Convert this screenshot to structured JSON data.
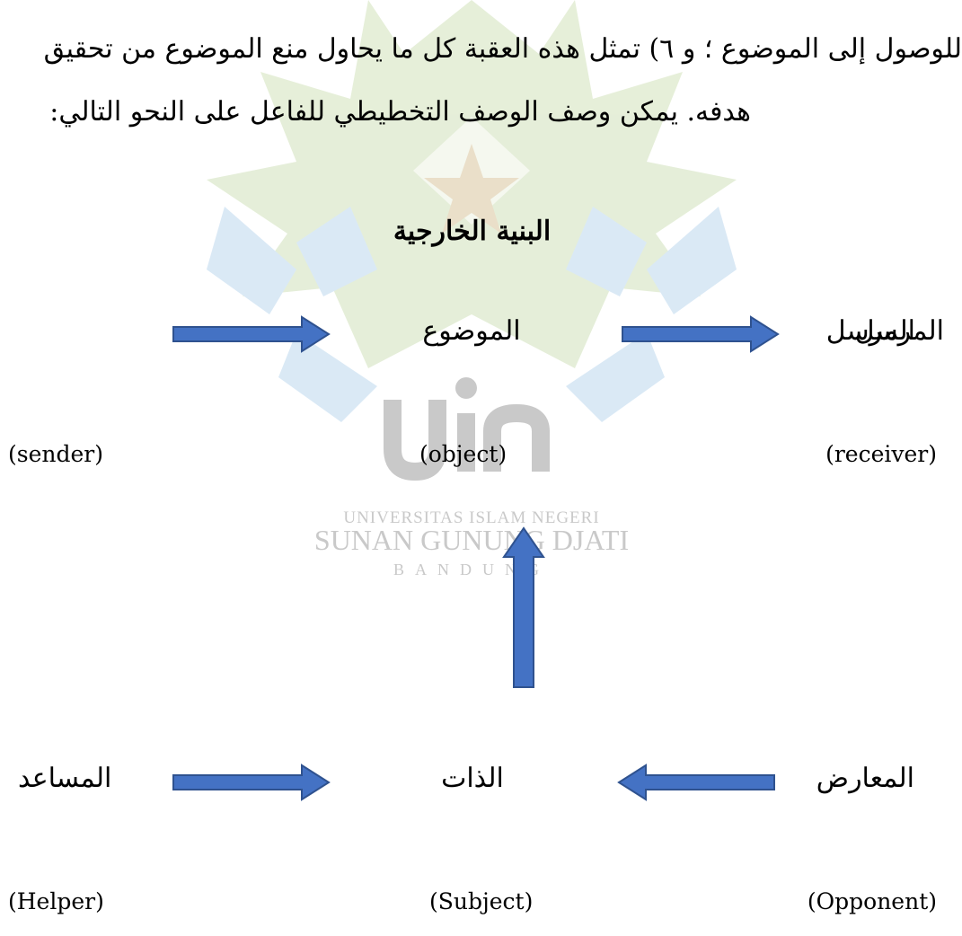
{
  "paragraph": {
    "line1": "للوصول إلى الموضوع ؛ و ٦) تمثل هذه العقبة كل ما يحاول منع الموضوع من تحقيق",
    "line2": "هدفه. يمكن وصف الوصف التخطيطي للفاعل على النحو التالي:"
  },
  "diagram": {
    "title": "البنية الخارجية",
    "sender": {
      "ar": "المرسل",
      "en": "(sender)"
    },
    "object": {
      "ar": "الموضوع",
      "en": "(object)"
    },
    "receiver": {
      "ar": "المرسل",
      "en": "(receiver)"
    },
    "helper": {
      "ar": "المساعد",
      "en": "(Helper)"
    },
    "subject": {
      "ar": "الذات",
      "en": "(Subject)"
    },
    "opponent": {
      "ar": "المعارض",
      "en": "(Opponent)"
    }
  },
  "watermark": {
    "line1": "UNIVERSITAS ISLAM NEGERI",
    "line2": "SUNAN GUNUNG DJATI",
    "line3": "BANDUNG"
  },
  "colors": {
    "arrow_fill": "#4472c4",
    "arrow_stroke": "#2f528f",
    "watermark_blue": "#d6e7f5",
    "watermark_green": "#e3edd5",
    "watermark_gray": "#c9c9c9",
    "star": "#e8dcc4"
  }
}
